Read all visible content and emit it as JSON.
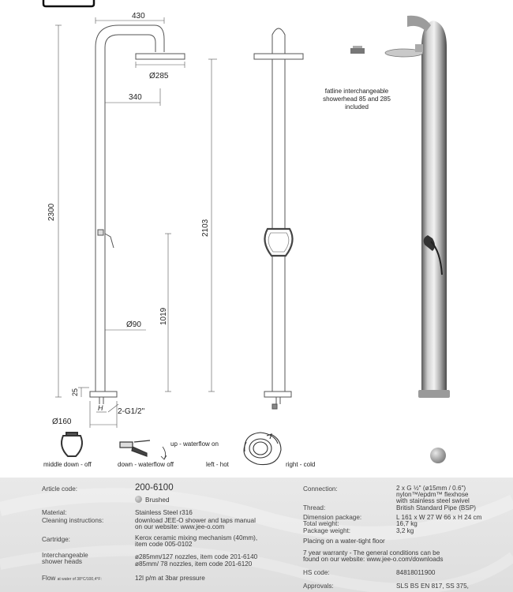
{
  "dimensions": {
    "top_width": "430",
    "head_dia": "Ø285",
    "head_offset": "340",
    "total_height": "2300",
    "head_height": "2103",
    "mixer_height": "1019",
    "pipe_dia": "Ø90",
    "plate_height": "25",
    "base_dia": "Ø160",
    "h_label": "H",
    "connection": "2-G1/2\""
  },
  "note": [
    "fatline interchangeable",
    "showerhead 85 and 285",
    "included"
  ],
  "legend": {
    "up": "up - waterflow on",
    "middle": "middle down - off",
    "down": "down - waterflow off",
    "left": "left - hot",
    "right": "right - cold"
  },
  "specs": {
    "article_label": "Article code:",
    "article_value": "200-6100",
    "finish": "Brushed",
    "material_label": "Material:",
    "material_value": "Stainless Steel r316",
    "cleaning_label": "Cleaning instructions:",
    "cleaning_value": [
      "download JEE-O shower and taps manual",
      "on our website: www.jee-o.com"
    ],
    "cartridge_label": "Cartridge:",
    "cartridge_value": [
      "Kerox ceramic mixing mechanism (40mm),",
      "item code 005-0102"
    ],
    "heads_label": [
      "Interchangeable",
      "shower heads"
    ],
    "heads_value": [
      "ø285mm/127 nozzles, item code 201-6140",
      "ø85mm/ 78 nozzles, item code 201-6120"
    ],
    "flow_label": "Flow",
    "flow_note": "at water of 38°C/100,4°F:",
    "flow_value": "12l p/m at 3bar pressure",
    "connection_label": "Connection:",
    "connection_value": [
      "2 x G ½\" (ø15mm / 0.6\")",
      "nylon™/epdm™ flexhose",
      "with stainless steel swivel"
    ],
    "thread_label": "Thread:",
    "thread_value": "British Standard Pipe (BSP)",
    "dimpack_label": "Dimension package:",
    "dimpack_value": "L 161 x W 27 W 66 x H 24 cm",
    "weight_label": "Total weight:",
    "weight_value": "16,7 kg",
    "pkgweight_label": "Package weight:",
    "pkgweight_value": "3,2 kg",
    "placing": "Placing on a water-tight floor",
    "warranty": [
      "7 year warranty - The general conditions can be",
      "found on our website: www.jee-o.com/downloads"
    ],
    "hs_label": "HS code:",
    "hs_value": "84818011900",
    "approvals_label": "Approvals:",
    "approvals_value": "SLS BS EN 817, SS 375,"
  }
}
